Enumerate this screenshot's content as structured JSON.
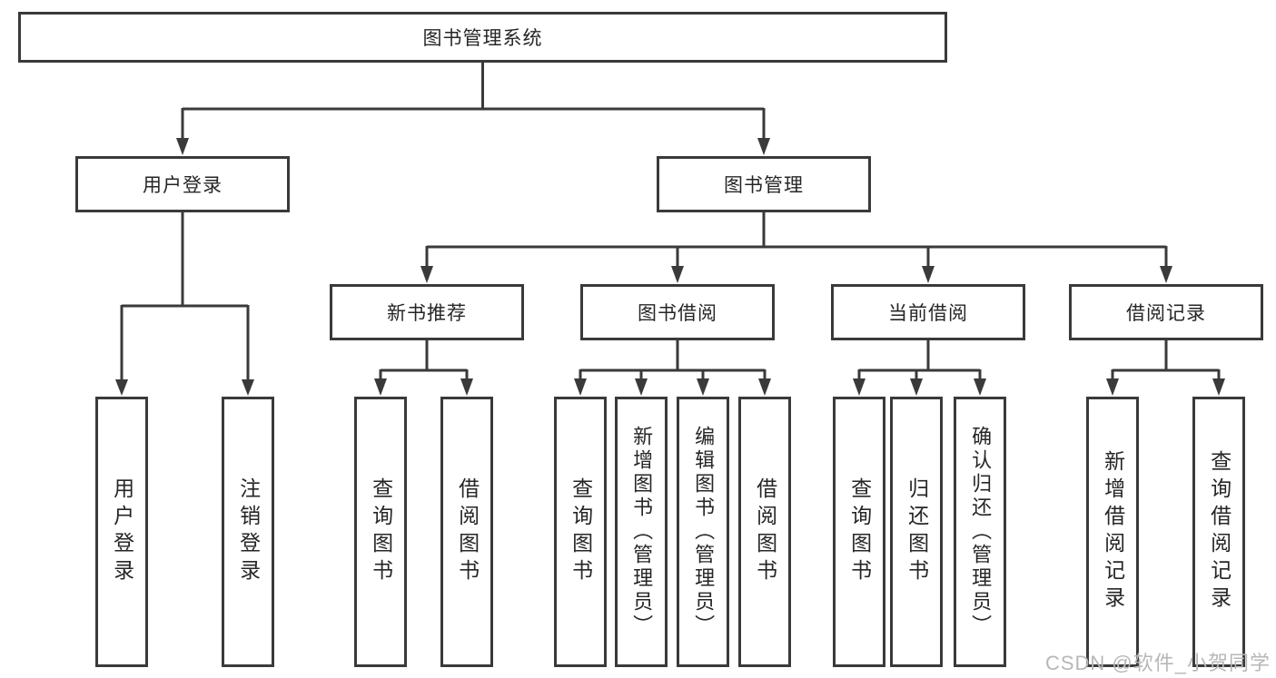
{
  "diagram": {
    "root": {
      "label": "图书管理系统"
    },
    "level2": {
      "user_login": {
        "label": "用户登录"
      },
      "book_mgmt": {
        "label": "图书管理"
      }
    },
    "level3": {
      "new_books": {
        "label": "新书推荐"
      },
      "book_borrow": {
        "label": "图书借阅"
      },
      "current_borrow": {
        "label": "当前借阅"
      },
      "borrow_records": {
        "label": "借阅记录"
      }
    },
    "leaves": {
      "user_login": {
        "label": "用户登录"
      },
      "logout": {
        "label": "注销登录"
      },
      "new_books_query": {
        "label": "查询图书"
      },
      "new_books_borrow": {
        "label": "借阅图书"
      },
      "book_borrow_query": {
        "label": "查询图书"
      },
      "book_borrow_add": {
        "label": "新增图书（管理员）"
      },
      "book_borrow_edit": {
        "label": "编辑图书（管理员）"
      },
      "book_borrow_borrow": {
        "label": "借阅图书"
      },
      "current_query": {
        "label": "查询图书"
      },
      "current_return": {
        "label": "归还图书"
      },
      "current_confirm": {
        "label": "确认归还（管理员）"
      },
      "records_add": {
        "label": "新增借阅记录"
      },
      "records_query": {
        "label": "查询借阅记录"
      }
    }
  },
  "watermark": "CSDN @软件_小贺同学",
  "colors": {
    "line": "#3a3a3a",
    "text": "#262626",
    "watermark": "#b7b7b7",
    "background": "#ffffff"
  }
}
